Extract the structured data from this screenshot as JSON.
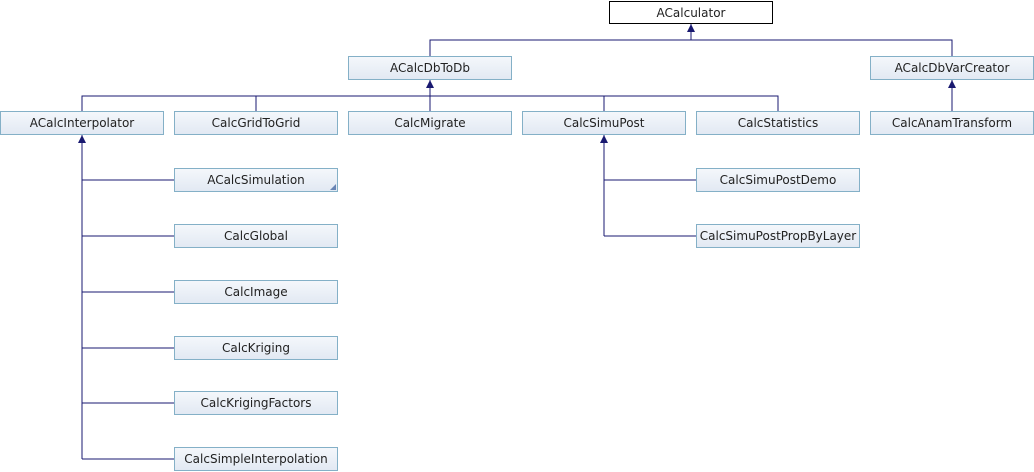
{
  "diagram": {
    "colors": {
      "edge": "#191970",
      "node_border": "#84B0C7",
      "root_border": "#000000"
    },
    "nodes": {
      "acalculator": "ACalculator",
      "acalcdbtodb": "ACalcDbToDb",
      "acalcdbvarcreator": "ACalcDbVarCreator",
      "acalcinterpolator": "ACalcInterpolator",
      "calcgridtogrid": "CalcGridToGrid",
      "calcmigrate": "CalcMigrate",
      "calcsimupost": "CalcSimuPost",
      "calcstatistics": "CalcStatistics",
      "calcanamtransform": "CalcAnamTransform",
      "acalcsimulation": "ACalcSimulation",
      "calcglobal": "CalcGlobal",
      "calcimage": "CalcImage",
      "calckriging": "CalcKriging",
      "calckrigingfactors": "CalcKrigingFactors",
      "calcsimpleinterpolation": "CalcSimpleInterpolation",
      "calcsimupostdemo": "CalcSimuPostDemo",
      "calcsimupostpropbylayer": "CalcSimuPostPropByLayer"
    }
  }
}
